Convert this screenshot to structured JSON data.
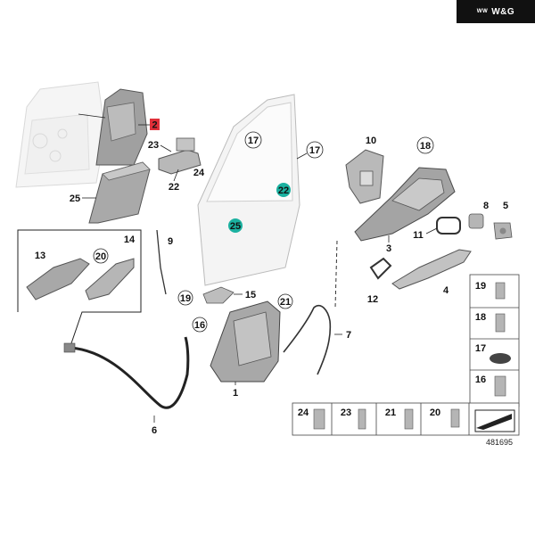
{
  "brand": {
    "logo_text": "W&G",
    "logo_icon": "wg-logo-icon"
  },
  "diagram_number": "481695",
  "callouts": [
    {
      "id": "c1",
      "label": "1"
    },
    {
      "id": "c2",
      "label": "2",
      "highlight": "#e0303a"
    },
    {
      "id": "c3",
      "label": "3"
    },
    {
      "id": "c4",
      "label": "4"
    },
    {
      "id": "c5",
      "label": "5"
    },
    {
      "id": "c6",
      "label": "6"
    },
    {
      "id": "c7",
      "label": "7"
    },
    {
      "id": "c8",
      "label": "8"
    },
    {
      "id": "c9",
      "label": "9"
    },
    {
      "id": "c10",
      "label": "10"
    },
    {
      "id": "c11",
      "label": "11"
    },
    {
      "id": "c12",
      "label": "12"
    },
    {
      "id": "c13",
      "label": "13"
    },
    {
      "id": "c14",
      "label": "14"
    },
    {
      "id": "c15",
      "label": "15"
    },
    {
      "id": "c16a",
      "label": "16"
    },
    {
      "id": "c17a",
      "label": "17"
    },
    {
      "id": "c17b",
      "label": "17"
    },
    {
      "id": "c18",
      "label": "18"
    },
    {
      "id": "c19",
      "label": "19"
    },
    {
      "id": "c20",
      "label": "20"
    },
    {
      "id": "c21",
      "label": "21"
    },
    {
      "id": "c22a",
      "label": "22"
    },
    {
      "id": "c22b",
      "label": "22",
      "highlight": "#1bb1a0"
    },
    {
      "id": "c23",
      "label": "23"
    },
    {
      "id": "c24",
      "label": "24"
    },
    {
      "id": "c25a",
      "label": "25"
    },
    {
      "id": "c25b",
      "label": "25",
      "highlight": "#1bb1a0"
    }
  ],
  "fastener_legend": {
    "right_column": [
      "19",
      "18",
      "17",
      "16"
    ],
    "bottom_row": [
      "24",
      "23",
      "21",
      "20"
    ]
  },
  "colors": {
    "part_fill": "#a9a9a9",
    "part_dark": "#6f6f6f",
    "panel_fill": "#f2f2f2",
    "line": "#222222",
    "accent_red": "#e0303a",
    "accent_teal": "#1bb1a0"
  }
}
